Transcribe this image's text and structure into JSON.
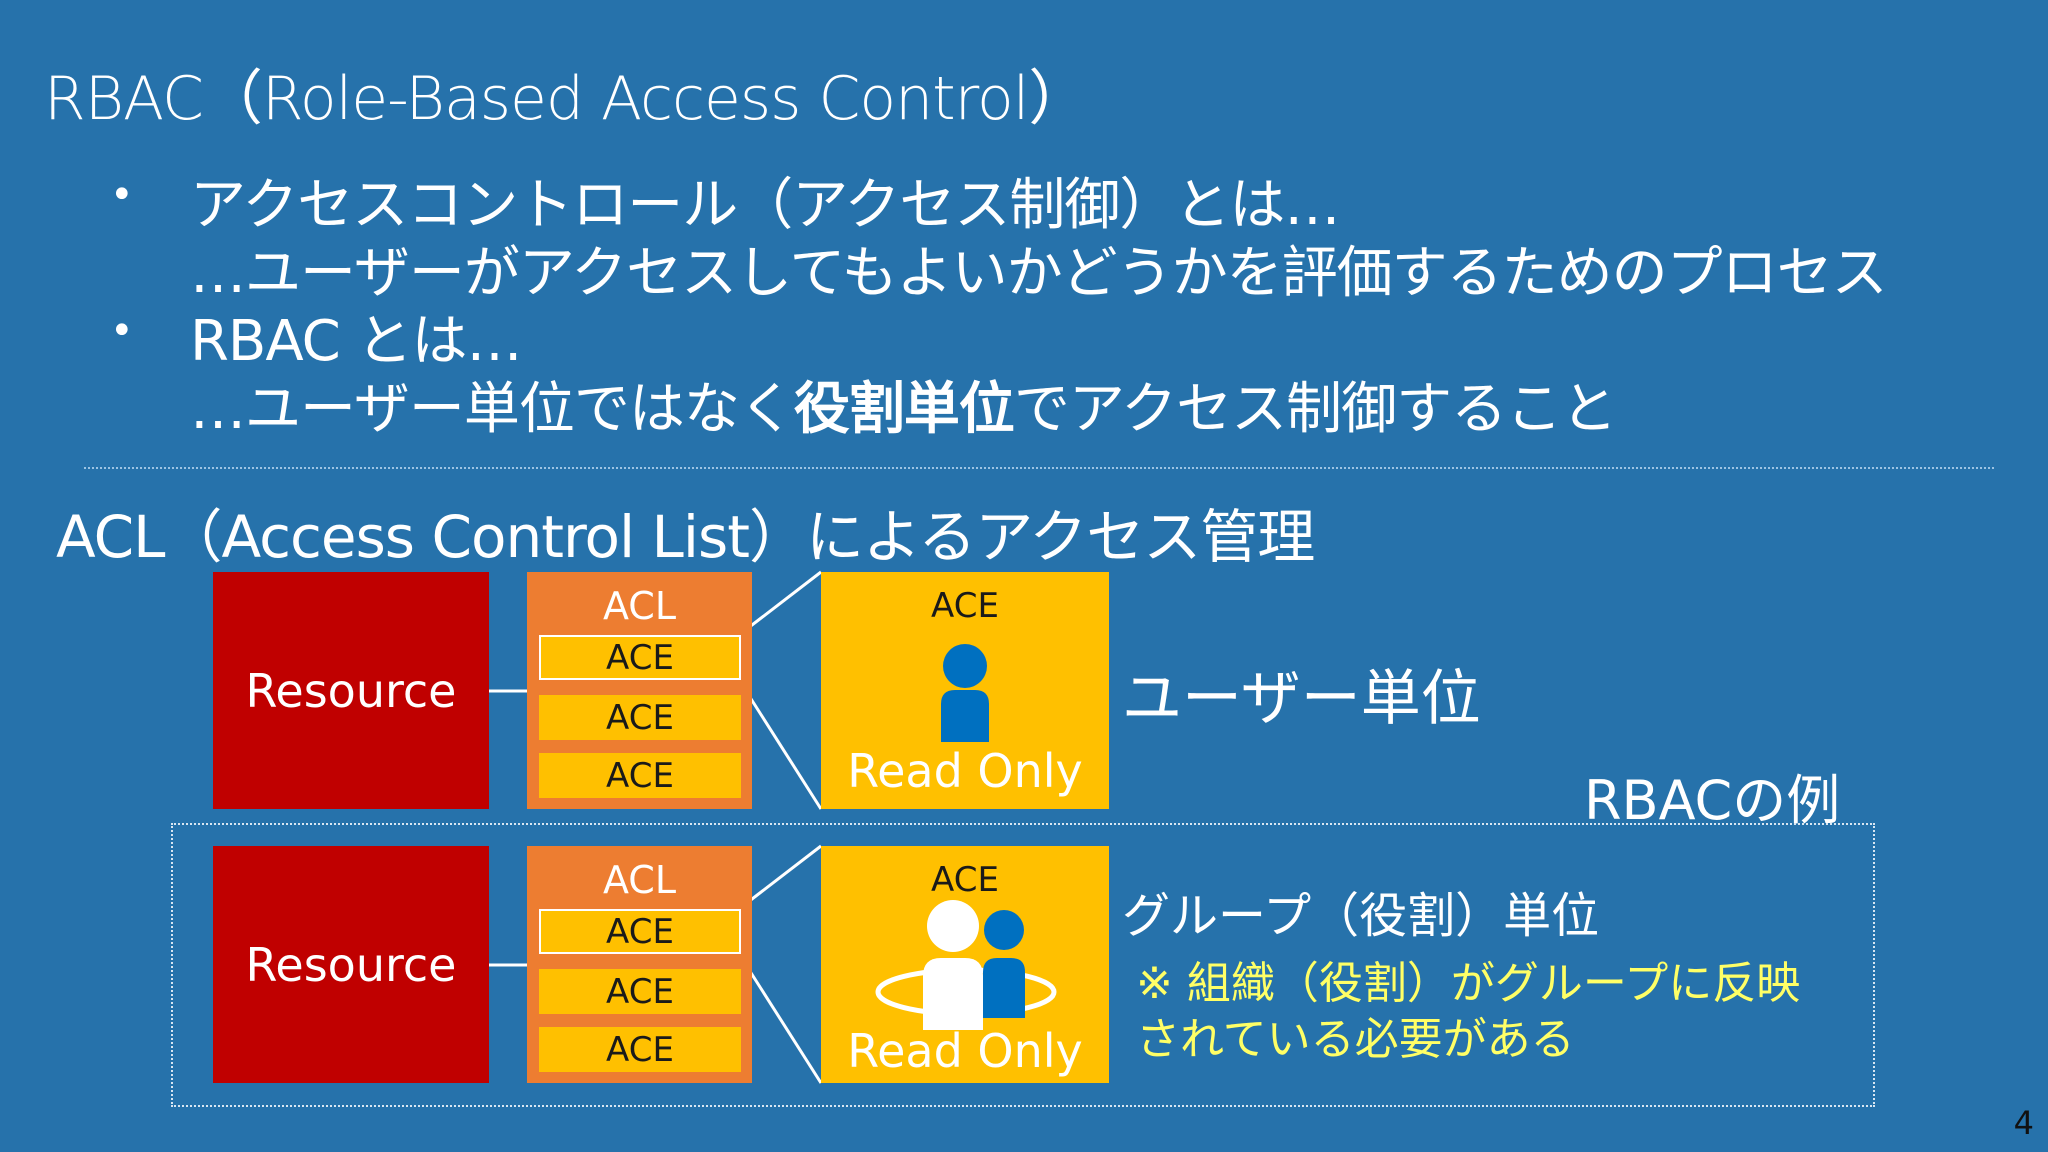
{
  "title": "RBAC（Role-Based Access Control）",
  "bullets": [
    {
      "lines": [
        "アクセスコントロール（アクセス制御）とは…",
        "…ユーザーがアクセスしてもよいかどうかを評価するためのプロセス"
      ]
    },
    {
      "line1": "RBAC とは…",
      "line2_before": "…ユーザー単位ではなく",
      "line2_bold": "役割単位",
      "line2_after": "でアクセス制御すること"
    }
  ],
  "section_heading": "ACL（Access Control List）によるアクセス管理",
  "diagrams": [
    {
      "resource_label": "Resource",
      "acl_title": "ACL",
      "ace_items": [
        "ACE",
        "ACE",
        "ACE"
      ],
      "ace_box_title": "ACE",
      "permission": "Read Only",
      "icon": "user-icon",
      "side_label": "ユーザー単位"
    },
    {
      "resource_label": "Resource",
      "acl_title": "ACL",
      "ace_items": [
        "ACE",
        "ACE",
        "ACE"
      ],
      "ace_box_title": "ACE",
      "permission": "Read Only",
      "icon": "group-icon",
      "side_label": "グループ（役割）単位",
      "note_lines": [
        "※ 組織（役割）がグループに反映",
        "されている必要がある"
      ]
    }
  ],
  "rbac_example_label": "RBACの例",
  "page_number": "4",
  "colors": {
    "background": "#2672AB",
    "resource": "#C00000",
    "acl": "#ED7D31",
    "ace": "#FFC000",
    "user_icon": "#0070C0",
    "note": "#FFFF66"
  }
}
